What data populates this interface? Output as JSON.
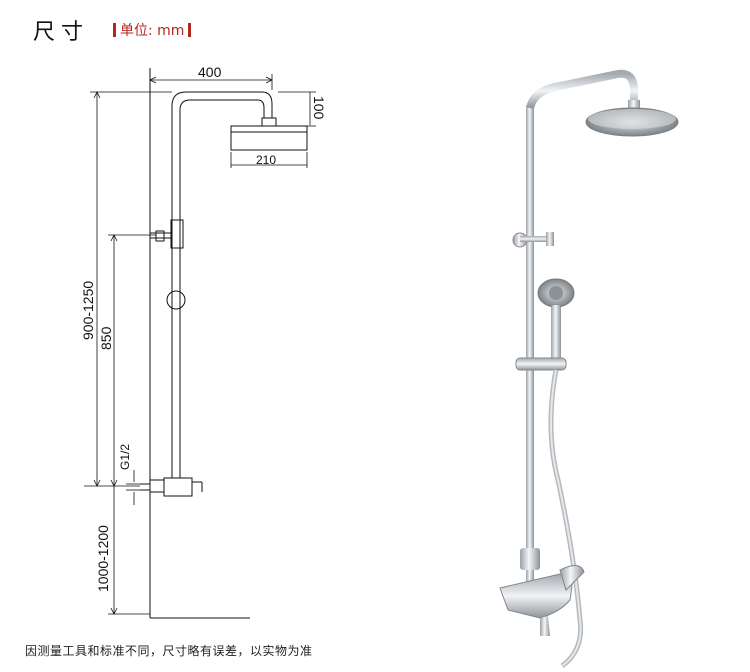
{
  "header": {
    "title": "尺寸",
    "unit": "单位: mm"
  },
  "dimensions": {
    "arm": "400",
    "head_drop": "100",
    "head_width": "210",
    "height_range": "900-1250",
    "height_fixed": "850",
    "thread": "G1/2",
    "floor_height": "1000-1200"
  },
  "footnote": "因测量工具和标准不同，尺寸略有误差，以实物为准",
  "colors": {
    "accent": "#b3261e",
    "line": "#111111",
    "chrome": "#c9cdd1"
  }
}
